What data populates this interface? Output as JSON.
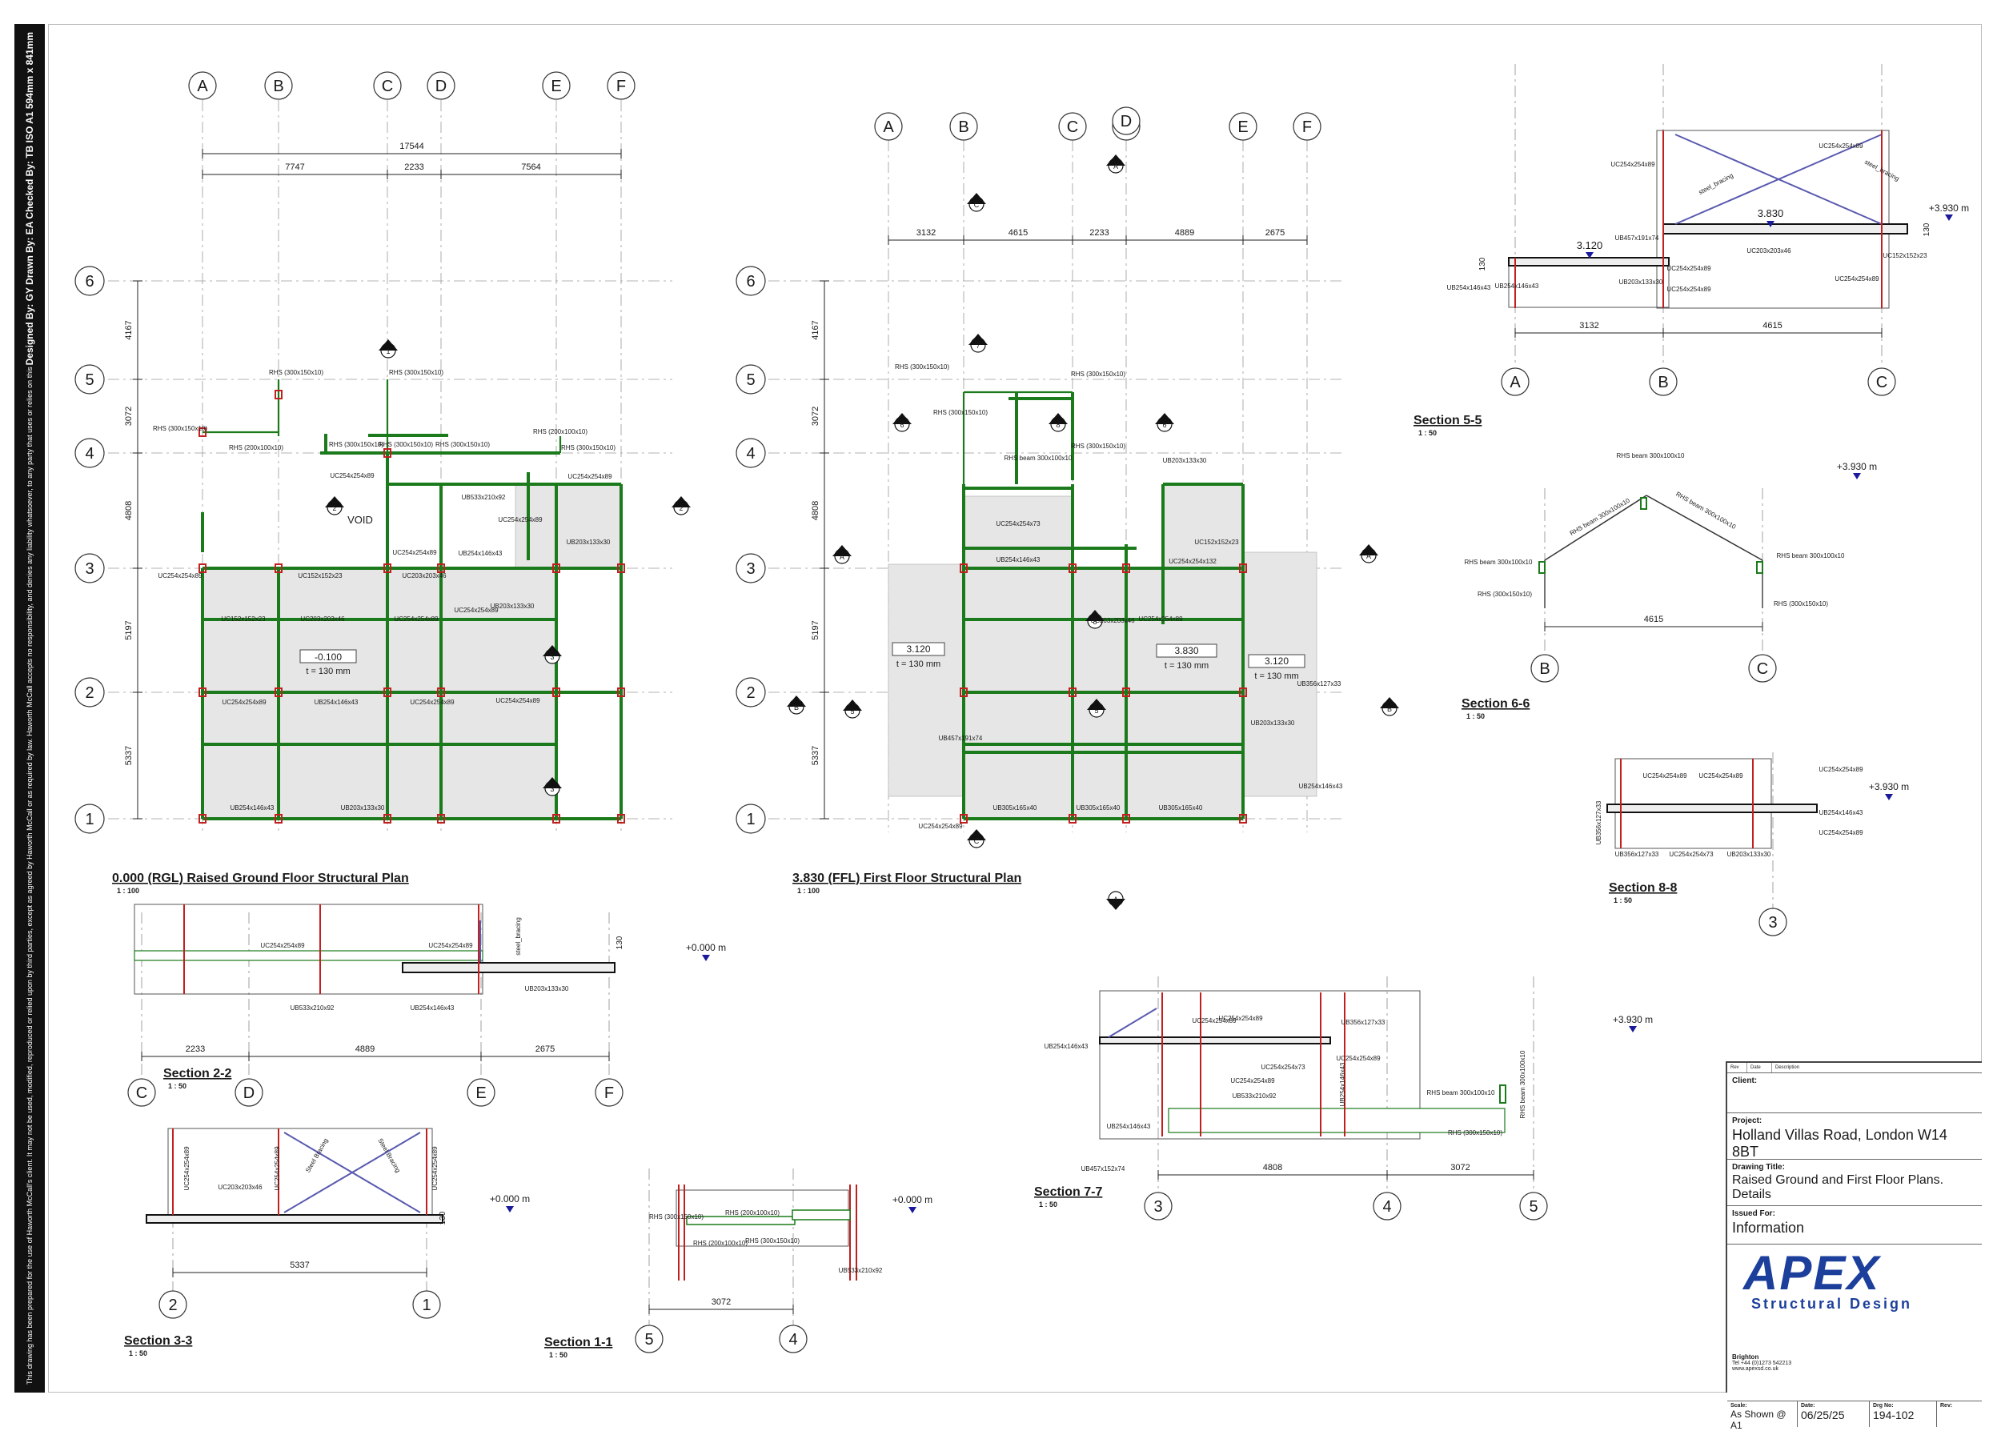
{
  "sidebar": {
    "disclaimer": "This drawing has been prepared for the use of Haworth McCall's client. It may not be used, modified, reproduced or relied upon by third parties, except as agreed by Haworth McCall or as required by law. Haworth McCall accepts no responsibility, and denies any liability whatsoever, to any party that uses or relies on this drawing without Haworth McCall's express written consent. Do not scale this document. All measurements must be obtained from the stated dimensions.",
    "credits": "Designed By:  GY    Drawn By:  EA    Checked By:  TB        ISO A1 594mm x 841mm"
  },
  "plans": {
    "ground": {
      "title": "0.000 (RGL) Raised Ground Floor Structural Plan",
      "scale": "1 : 100",
      "grid_x": [
        "A",
        "B",
        "C",
        "D",
        "E",
        "F"
      ],
      "grid_y": [
        "6",
        "5",
        "4",
        "3",
        "2",
        "1"
      ],
      "dims_overall": "17544",
      "dims_x": [
        "7747",
        "2233",
        "7564"
      ],
      "dims_y": [
        "4167",
        "3072",
        "4808",
        "5197",
        "5337"
      ],
      "void": "VOID",
      "level": "-0.100",
      "slab": "t = 130 mm",
      "markers": [
        "1",
        "2",
        "3"
      ],
      "labels": [
        "RHS (300x150x10)",
        "RHS (300x150x10)",
        "RHS (300x150x10)",
        "RHS (300x150x10)",
        "RHS (300x150x10)",
        "RHS (300x150x10)",
        "RHS (300x150x10)",
        "RHS (200x100x10)",
        "RHS (200x100x10)",
        "UC254x254x89",
        "UB533x210x92",
        "UC254x254x89",
        "UC254x254x89",
        "UB203x133x30",
        "UC254x254x89",
        "UC254x254x89",
        "UB254x146x43",
        "UC152x152x23",
        "UC203x203x46",
        "UC254x254x89",
        "UC152x152x23",
        "UC203x203x46",
        "UC254x254x89",
        "UB203x133x30",
        "UC254x254x89",
        "UB254x146x43",
        "UC254x254x89",
        "UC254x254x89",
        "UB254x146x43",
        "UB203x133x30"
      ]
    },
    "first": {
      "title": "3.830 (FFL) First Floor Structural Plan",
      "scale": "1 : 100",
      "grid_x": [
        "A",
        "B",
        "C",
        "D",
        "E",
        "F"
      ],
      "grid_y": [
        "6",
        "5",
        "4",
        "3",
        "2",
        "1"
      ],
      "dims_x": [
        "3132",
        "4615",
        "2233",
        "4889",
        "2675"
      ],
      "dims_y": [
        "4167",
        "3072",
        "4808",
        "5197",
        "5337"
      ],
      "levels": [
        "3.120",
        "3.830",
        "3.120"
      ],
      "slab": "t = 130 mm",
      "markers": [
        "A",
        "C",
        "7",
        "6",
        "8",
        "6",
        "B",
        "5",
        "C",
        "A",
        "8",
        "5"
      ],
      "labels": [
        "RHS (300x150x10)",
        "RHS (300x150x10)",
        "RHS (300x150x10)",
        "RHS (300x150x10)",
        "RHS beam 300x100x10",
        "UB203x133x30",
        "UC254x254x73",
        "UB254x146x43",
        "UC254x254x132",
        "UC152x152x23",
        "UC203x203x46",
        "UC254x254x89",
        "UB457x191x74",
        "UB305x165x40",
        "UB305x165x40",
        "UB305x165x40",
        "UB356x127x33",
        "UB254x146x43",
        "UB203x133x30",
        "UC254x254x89"
      ]
    }
  },
  "sections": {
    "s55": {
      "title": "Section 5-5",
      "scale": "1 : 50",
      "grid": [
        "A",
        "B",
        "C"
      ],
      "dims": [
        "3132",
        "4615"
      ],
      "levels": [
        "3.830",
        "3.120",
        "+3.930 m"
      ],
      "extra": [
        "130",
        "130"
      ],
      "labels": [
        "UC254x254x89",
        "UC254x254x89",
        "steel_bracing",
        "steel_bracing",
        "UB457x191x74",
        "UC203x203x46",
        "UC152x152x23",
        "UB203x133x30",
        "UB254x146x43",
        "UC254x254x89",
        "UC254x254x89",
        "UC254x254x89",
        "UB254x146x43"
      ]
    },
    "s66": {
      "title": "Section 6-6",
      "scale": "1 : 50",
      "grid": [
        "B",
        "C"
      ],
      "dims": [
        "4615"
      ],
      "levels": [
        "+3.930 m"
      ],
      "labels": [
        "RHS beam 300x100x10",
        "RHS beam 300x100x10",
        "RHS beam 300x100x10",
        "RHS beam 300x100x10",
        "RHS beam 300x100x10",
        "RHS (300x150x10)",
        "RHS (300x150x10)"
      ]
    },
    "s88": {
      "title": "Section 8-8",
      "scale": "1 : 50",
      "grid": [
        "3"
      ],
      "levels": [
        "+3.930 m"
      ],
      "labels": [
        "UC254x254x89",
        "UC254x254x89",
        "UC254x254x89",
        "UB254x146x43",
        "UC254x254x89",
        "UB356x127x33",
        "UB356x127x33",
        "UC254x254x73",
        "UB203x133x30"
      ]
    },
    "s22": {
      "title": "Section 2-2",
      "scale": "1 : 50",
      "grid": [
        "C",
        "D",
        "E",
        "F"
      ],
      "dims": [
        "2233",
        "4889",
        "2675"
      ],
      "levels": [
        "+0.000 m"
      ],
      "extra": [
        "130"
      ],
      "labels": [
        "UC254x254x89",
        "UC254x254x89",
        "steel_bracing",
        "UB533x210x92",
        "UB254x146x43",
        "UB203x133x30"
      ]
    },
    "s77": {
      "title": "Section 7-7",
      "scale": "1 : 50",
      "grid": [
        "3",
        "4",
        "5"
      ],
      "dims": [
        "4808",
        "3072"
      ],
      "levels": [
        "+3.930 m"
      ],
      "labels": [
        "UB254x146x43",
        "UC254x254x89",
        "UC254x254x89",
        "UB356x127x33",
        "UC254x254x89",
        "UC254x254x73",
        "UC254x254x89",
        "UB533x210x92",
        "UB254x146x43",
        "RHS beam 300x100x10",
        "RHS beam 300x100x10",
        "RHS (300x150x10)",
        "UB254x146x43",
        "UB457x152x74"
      ]
    },
    "s33": {
      "title": "Section 3-3",
      "scale": "1 : 50",
      "grid": [
        "2",
        "1"
      ],
      "dims": [
        "5337"
      ],
      "levels": [
        "+0.000 m"
      ],
      "extra": [
        "130"
      ],
      "labels": [
        "UC254x254x89",
        "UC254x254x89",
        "UC254x254x89",
        "UC203x203x46",
        "Steel Bracing",
        "Steel Bracing"
      ]
    },
    "s11": {
      "title": "Section 1-1",
      "scale": "1 : 50",
      "grid": [
        "5",
        "4"
      ],
      "dims": [
        "3072"
      ],
      "levels": [
        "+0.000 m"
      ],
      "labels": [
        "RHS (300x150x10)",
        "RHS (200x100x10)",
        "RHS (200x100x10)",
        "RHS (300x150x10)",
        "UB533x210x92"
      ]
    }
  },
  "title_block": {
    "rev_headers": [
      "Rev",
      "Date",
      "Description"
    ],
    "client_label": "Client:",
    "client": "",
    "project_label": "Project:",
    "project": "Holland Villas Road, London W14 8BT",
    "drawing_title_label": "Drawing Title:",
    "drawing_title": "Raised Ground and First Floor Plans. Details",
    "issued_label": "Issued For:",
    "issued": "Information",
    "logo_word": "APEX",
    "logo_sub": "Structural Design",
    "office": "Brighton",
    "tel": "Tel +44 (0)1273 542213",
    "web": "www.apexsd.co.uk",
    "scale_label": "Scale:",
    "scale": "As Shown @ A1",
    "date_label": "Date:",
    "date": "06/25/25",
    "drg_label": "Drg No:",
    "drg": "194-102",
    "rev_label": "Rev:",
    "rev": ""
  },
  "colors": {
    "steel": "#1b7a1b",
    "column": "#c21f1f",
    "bracing": "#5a5ab0",
    "level": "#1a1a9a",
    "logo": "#1c3f9c"
  }
}
